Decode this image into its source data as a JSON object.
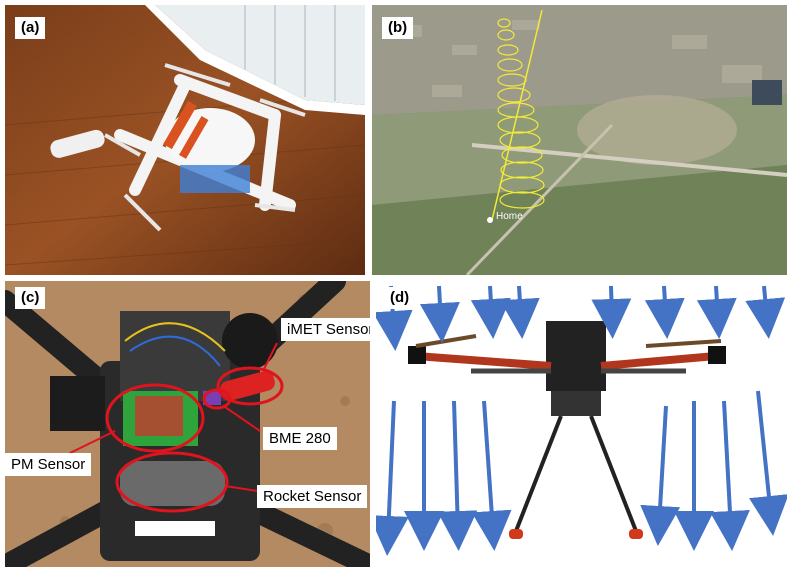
{
  "panels": {
    "a": {
      "tag": "(a)"
    },
    "b": {
      "tag": "(b)",
      "map_label": "Home"
    },
    "c": {
      "tag": "(c)",
      "callouts": {
        "imet": "iMET Sensor",
        "bme": "BME 280",
        "pm": "PM Sensor",
        "rocket": "Rocket Sensor"
      }
    },
    "d": {
      "tag": "(d)"
    }
  },
  "colors": {
    "ellipse": "#e0141e",
    "arrow": "#4472c4",
    "spiral": "#f2ea3a"
  }
}
